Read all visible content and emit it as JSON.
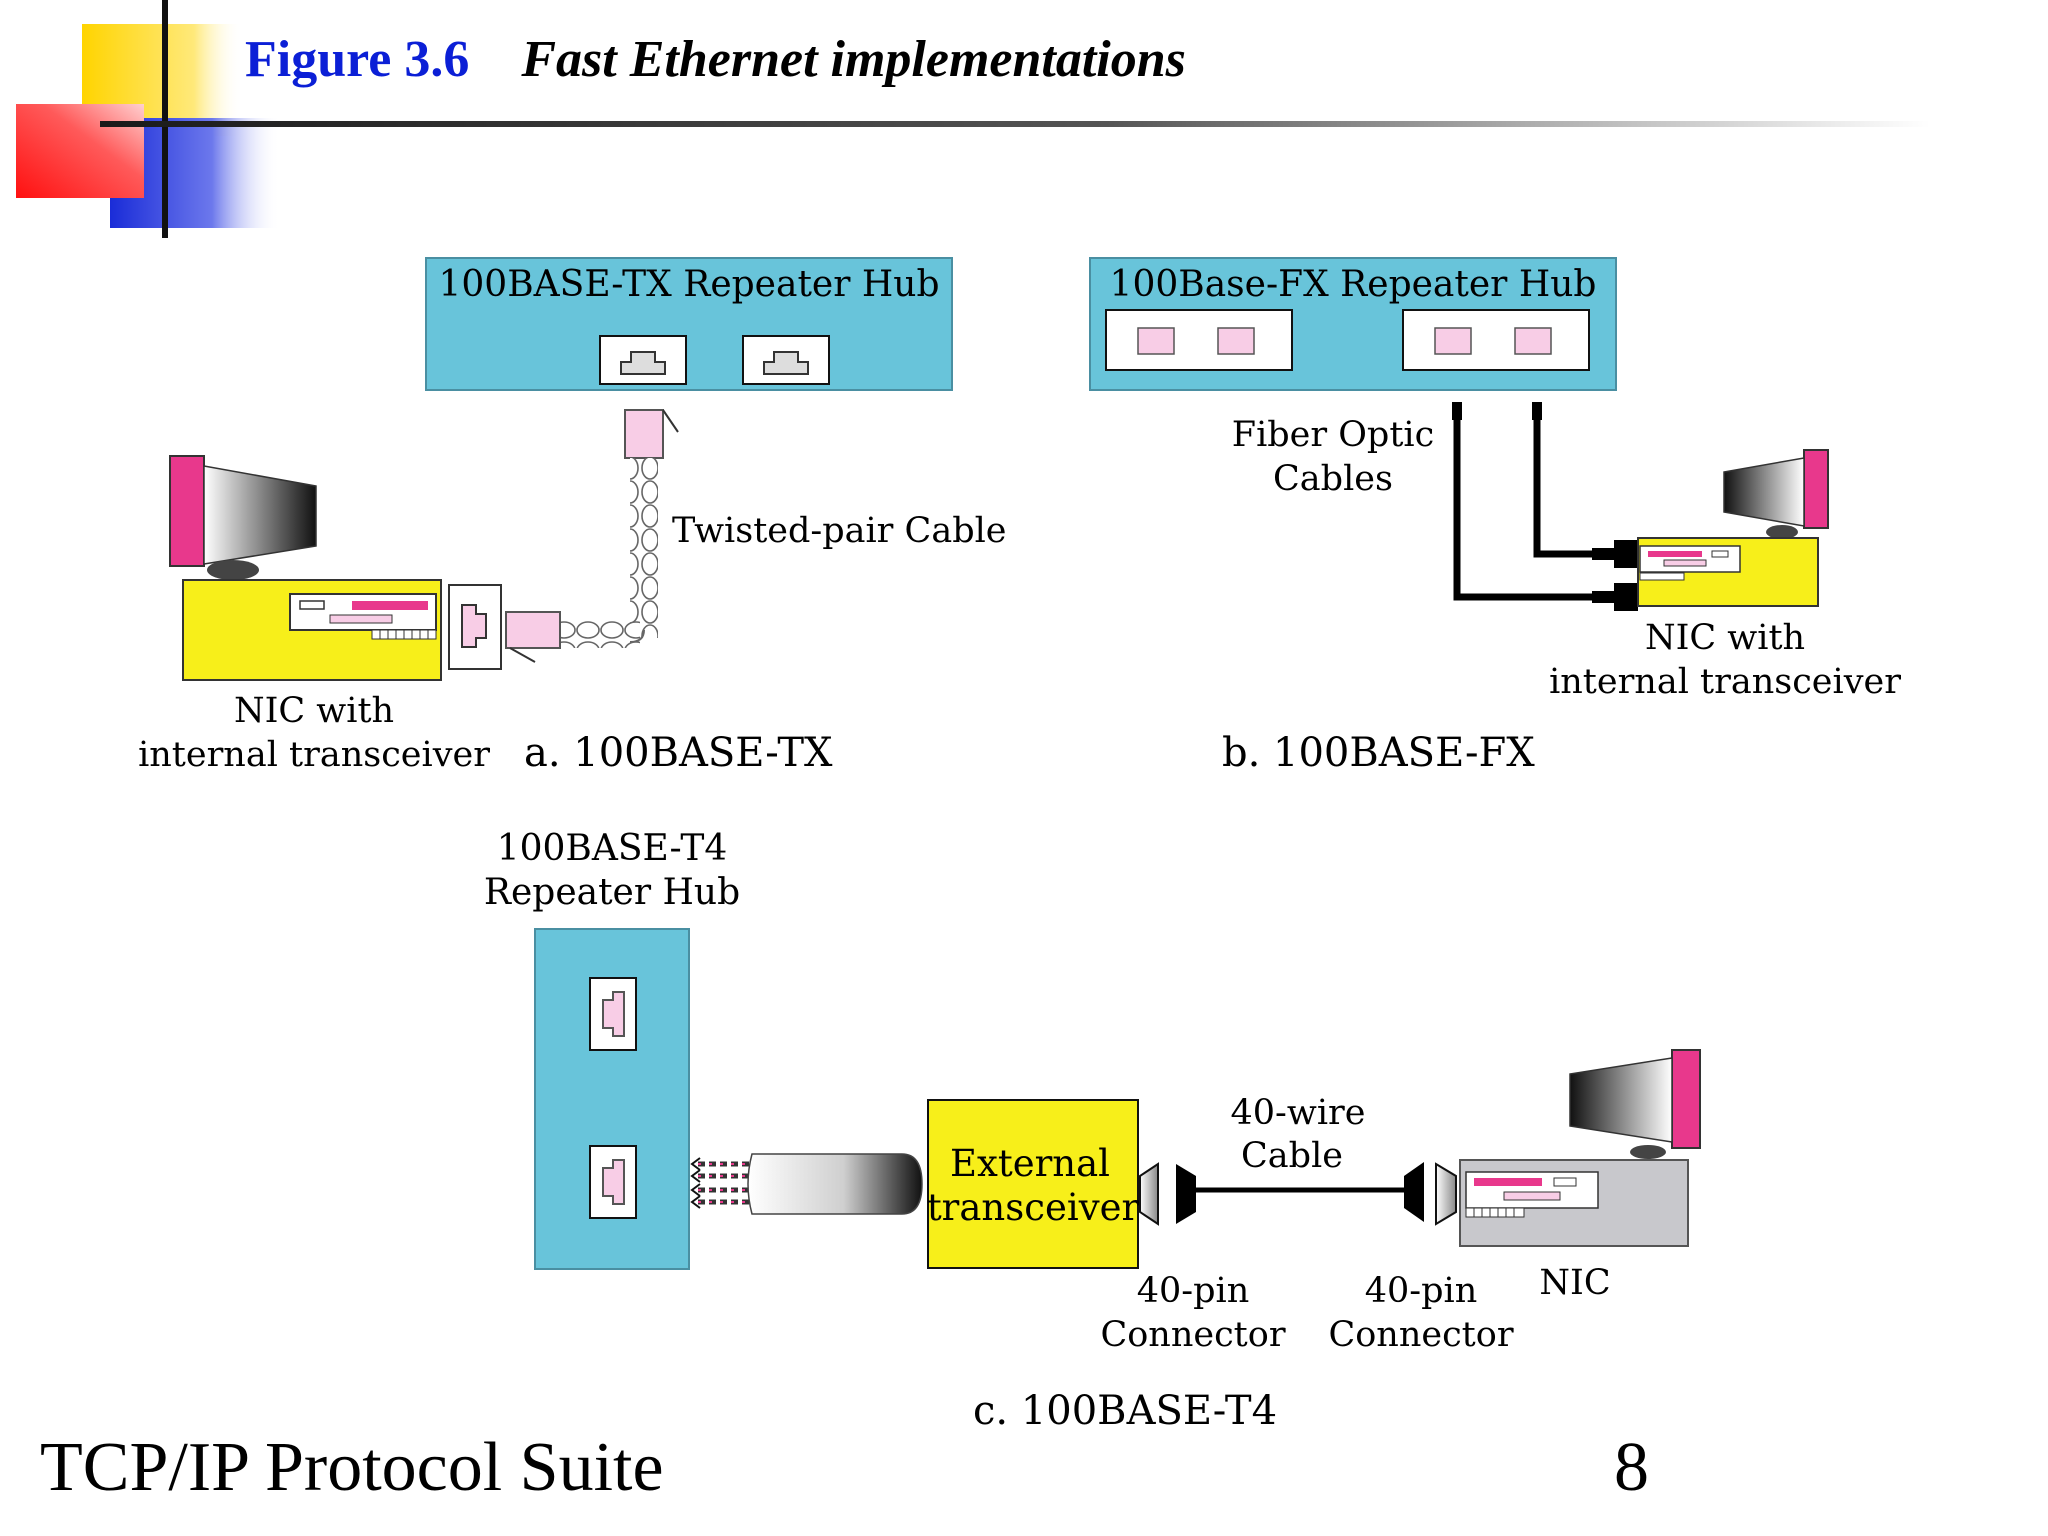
{
  "header": {
    "figure_number": "Figure 3.6",
    "figure_title": "Fast Ethernet implementations"
  },
  "diagram_tx": {
    "hub_label": "100BASE-TX Repeater Hub",
    "cable_label": "Twisted-pair Cable",
    "nic_label_line1": "NIC with",
    "nic_label_line2": "internal transceiver",
    "caption": "a. 100BASE-TX"
  },
  "diagram_fx": {
    "hub_label": "100Base-FX  Repeater Hub",
    "cable_label_line1": "Fiber Optic",
    "cable_label_line2": "Cables",
    "nic_label_line1": "NIC with",
    "nic_label_line2": "internal transceiver",
    "caption": "b. 100BASE-FX"
  },
  "diagram_t4": {
    "hub_label_line1": "100BASE-T4",
    "hub_label_line2": "Repeater Hub",
    "transceiver_line1": "External",
    "transceiver_line2": "transceiver",
    "cable_label_line1": "40-wire",
    "cable_label_line2": "Cable",
    "connector_left_line1": "40-pin",
    "connector_left_line2": "Connector",
    "connector_right_line1": "40-pin",
    "connector_right_line2": "Connector",
    "nic_label": "NIC",
    "caption": "c. 100BASE-T4"
  },
  "footer": {
    "left": "TCP/IP Protocol Suite",
    "page_number": "8"
  },
  "colors": {
    "hub": "#68c4da",
    "computer": "#f7ef1a",
    "nic_t4": "#c8c8cc",
    "magenta": "#e8388c",
    "pink": "#f8cde6",
    "title_blue": "#0b1fd6"
  }
}
